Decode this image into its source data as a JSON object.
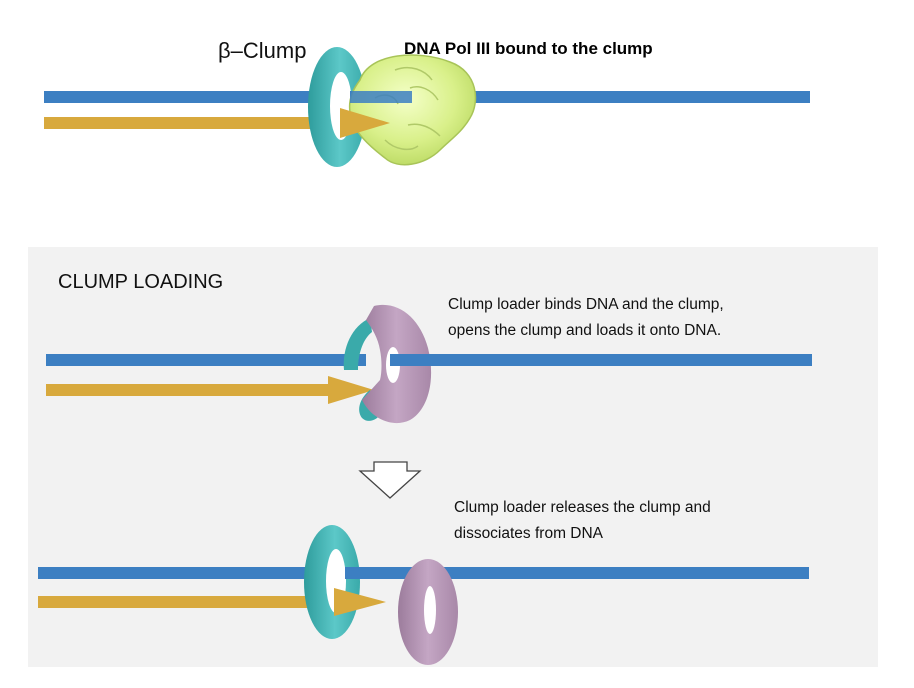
{
  "colors": {
    "background": "#ffffff",
    "panel": "#f2f2f2",
    "dna_strand": "#3c7fc2",
    "primer_arrow": "#d8a93d",
    "beta_clamp": "#4bb8b8",
    "clamp_loader": "#b596b4",
    "polymerase": "#d9f08a"
  },
  "top_section": {
    "clamp_label": "β–Clump",
    "polymerase_label": "DNA Pol III bound to the clump"
  },
  "loading_section": {
    "title": "CLUMP LOADING",
    "step1_caption_line1": "Clump loader binds DNA and the clump,",
    "step1_caption_line2": "opens the clump and loads it onto DNA.",
    "step2_caption_line1": "Clump loader releases the clump and",
    "step2_caption_line2": "dissociates from DNA"
  },
  "icons": {
    "process_arrow": "down-arrow-icon"
  }
}
